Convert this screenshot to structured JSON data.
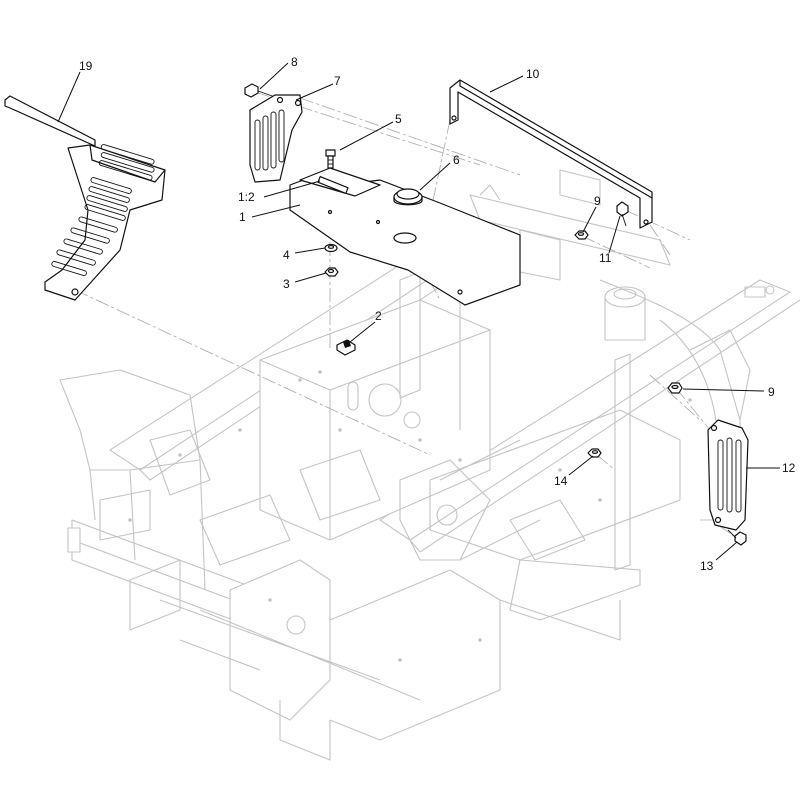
{
  "diagram": {
    "callouts": [
      {
        "id": "c19",
        "text": "19"
      },
      {
        "id": "c8",
        "text": "8"
      },
      {
        "id": "c7",
        "text": "7"
      },
      {
        "id": "c10",
        "text": "10"
      },
      {
        "id": "c5",
        "text": "5"
      },
      {
        "id": "c6",
        "text": "6"
      },
      {
        "id": "c1_2",
        "text": "1:2"
      },
      {
        "id": "c1",
        "text": "1"
      },
      {
        "id": "c9a",
        "text": "9"
      },
      {
        "id": "c11",
        "text": "11"
      },
      {
        "id": "c4",
        "text": "4"
      },
      {
        "id": "c3",
        "text": "3"
      },
      {
        "id": "c2",
        "text": "2"
      },
      {
        "id": "c9b",
        "text": "9"
      },
      {
        "id": "c14",
        "text": "14"
      },
      {
        "id": "c12",
        "text": "12"
      },
      {
        "id": "c13",
        "text": "13"
      }
    ]
  }
}
